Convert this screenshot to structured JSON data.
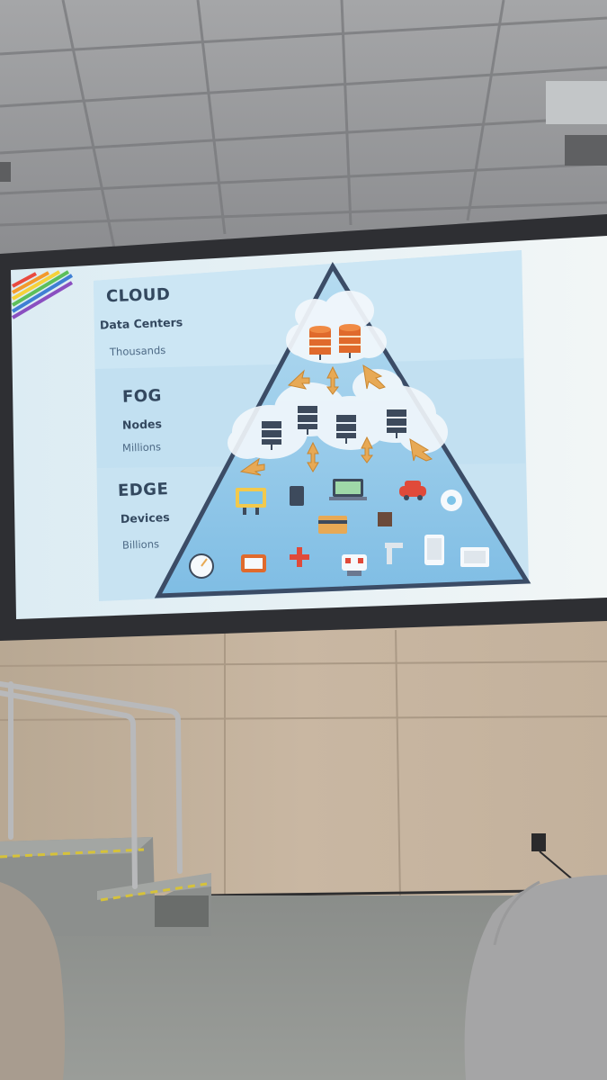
{
  "slide": {
    "tiers": [
      {
        "title": "CLOUD",
        "subtitle": "Data Centers",
        "count": "Thousands"
      },
      {
        "title": "FOG",
        "subtitle": "Nodes",
        "count": "Millions"
      },
      {
        "title": "EDGE",
        "subtitle": "Devices",
        "count": "Billions"
      }
    ]
  },
  "colors": {
    "slide_bg": "#cfe6f3",
    "pyramid_fill": "#8fc6e8",
    "pyramid_outline": "#3b4c66",
    "cloud_fill": "#f3f8fc",
    "arrow": "#e7a955",
    "database": "#e06a2c",
    "server": "#3d4a5c",
    "wall": "#c9b7a2",
    "floor": "#8e918e"
  },
  "icons": [
    "database-icon",
    "server-icon",
    "arrow-icon",
    "smartwatch-icon",
    "tablet-icon",
    "laptop-icon",
    "car-icon",
    "sensor-icon",
    "credit-card-icon",
    "chip-icon",
    "gauge-icon",
    "tv-icon",
    "medical-icon",
    "robot-icon",
    "faucet-icon",
    "smartphone-icon",
    "thermostat-icon"
  ]
}
